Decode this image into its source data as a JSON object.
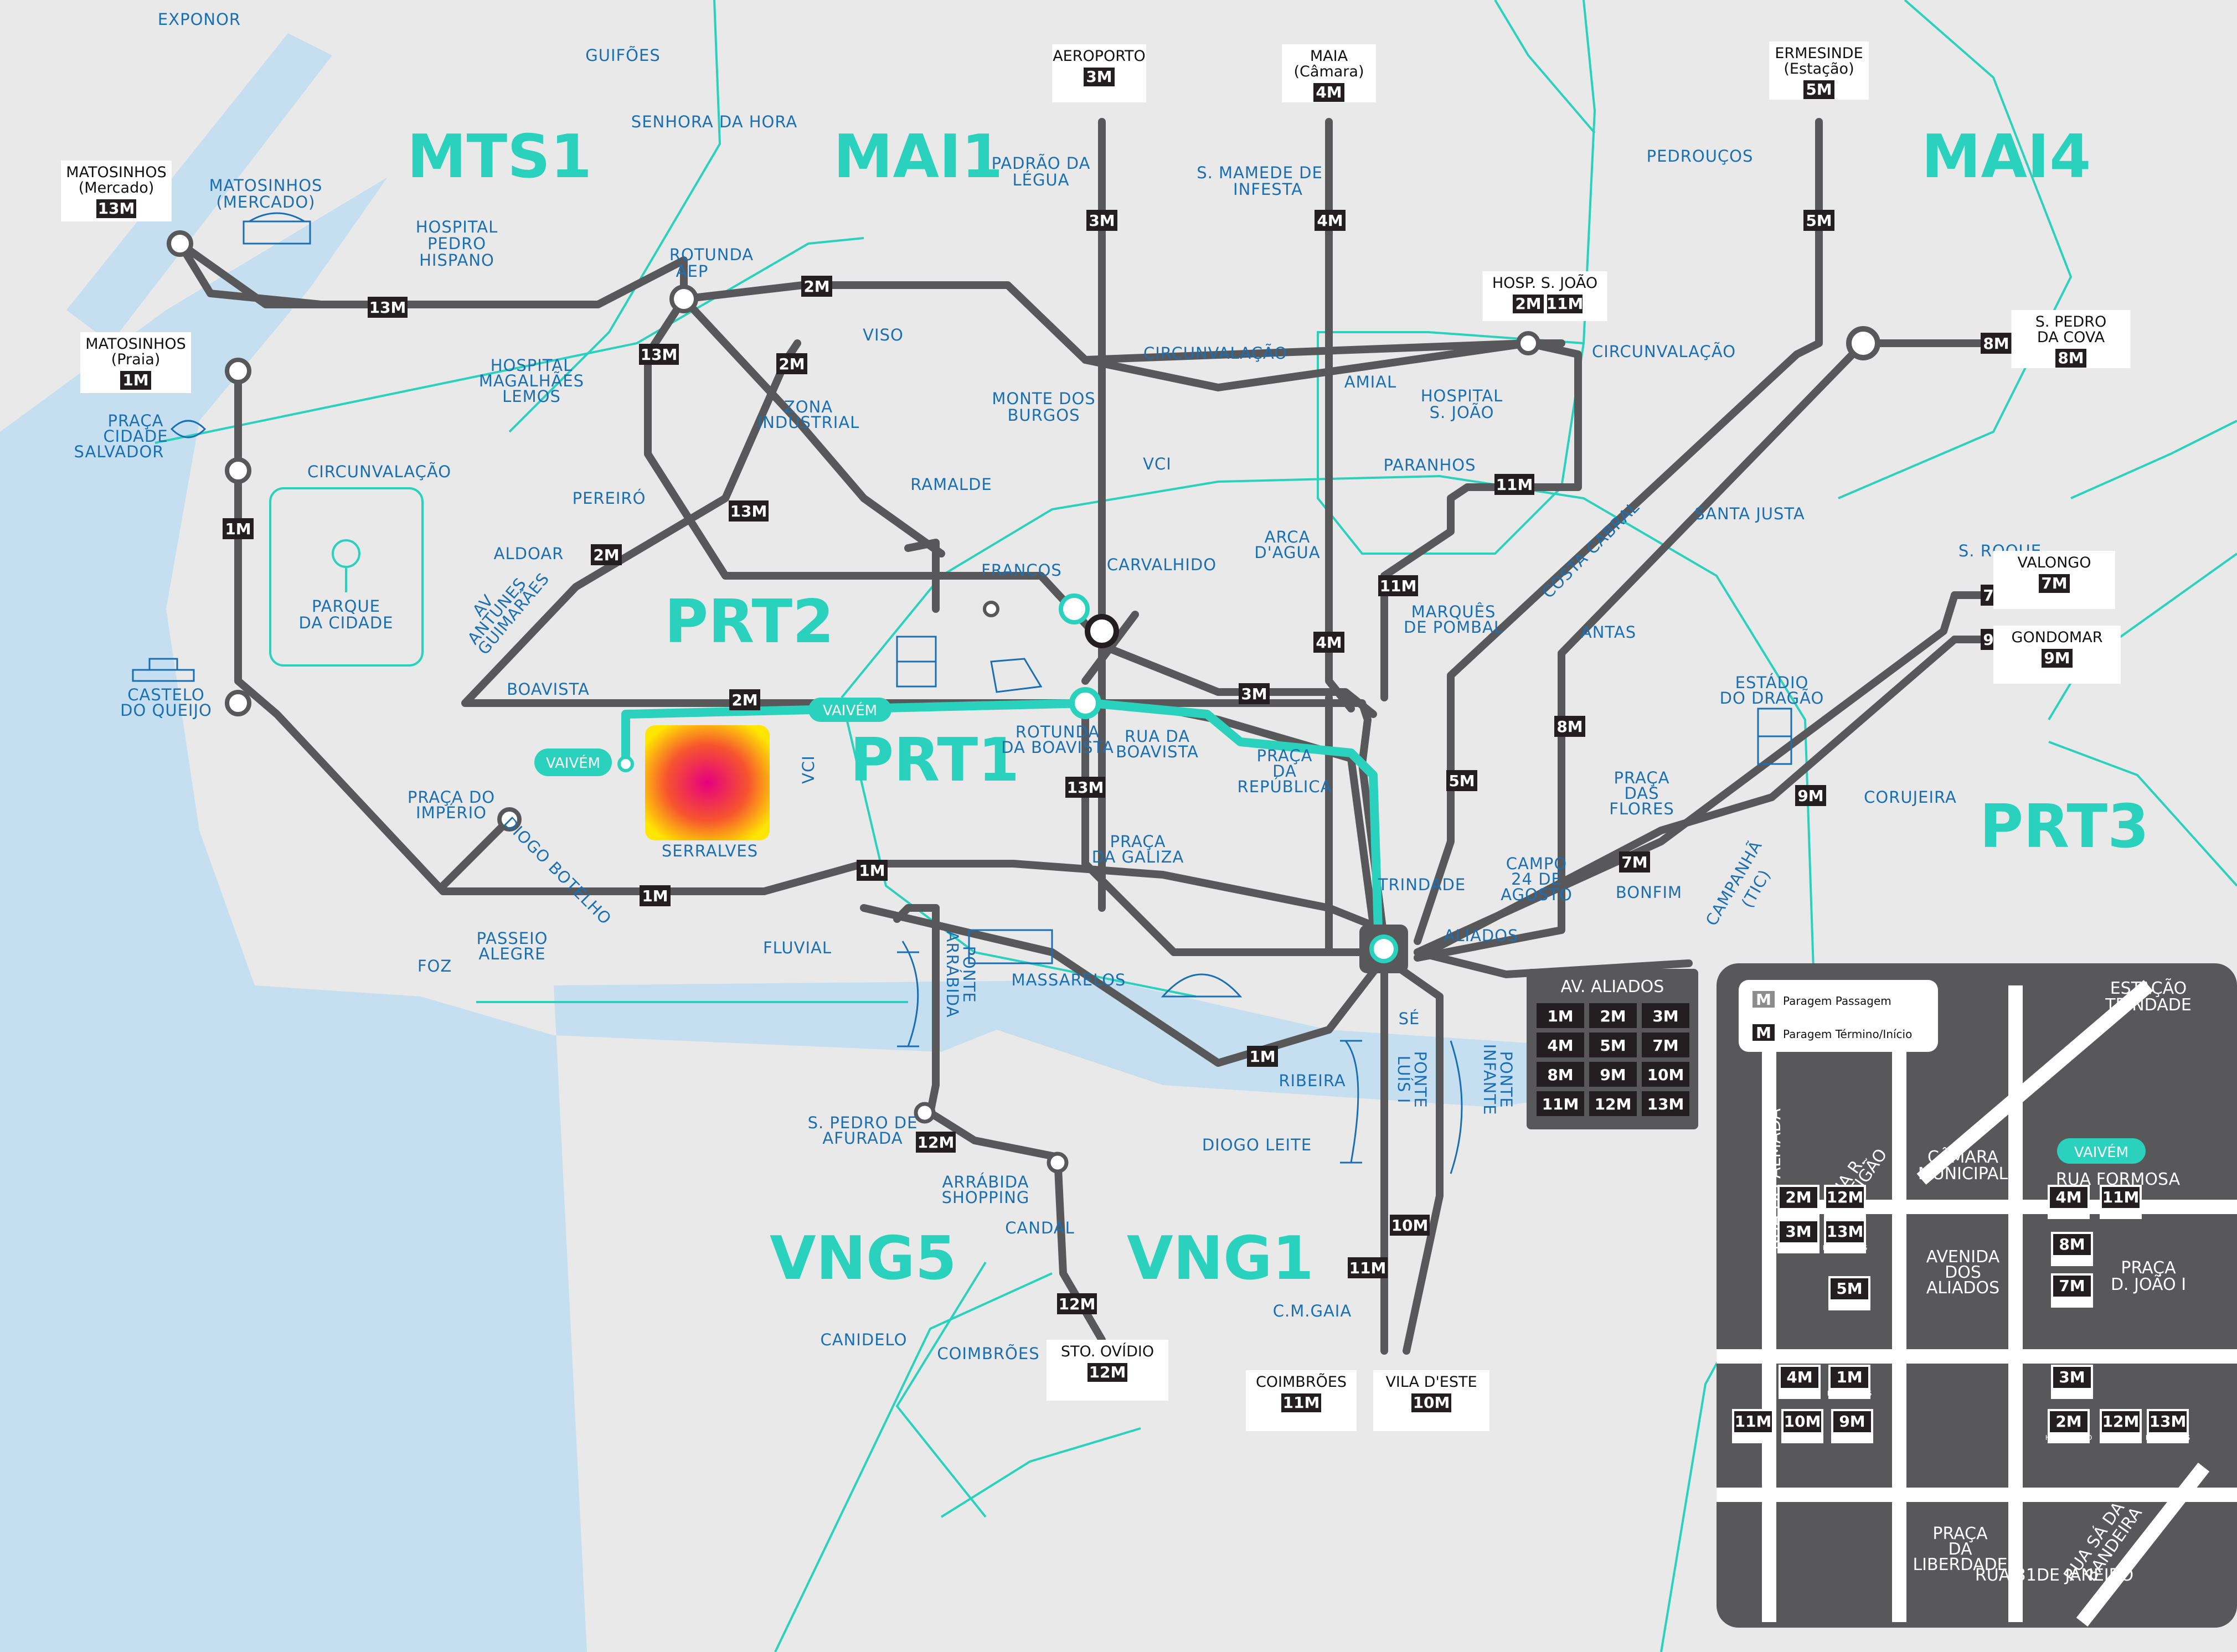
{
  "zones": [
    {
      "label": "MTS1"
    },
    {
      "label": "MAI1"
    },
    {
      "label": "MAI4"
    },
    {
      "label": "PRT2"
    },
    {
      "label": "PRT1"
    },
    {
      "label": "PRT3"
    },
    {
      "label": "VNG5"
    },
    {
      "label": "VNG1"
    }
  ],
  "places": [
    "EXPONOR",
    "GUIFÕES",
    "SENHORA DA HORA",
    "HOSPITAL",
    "PEDRO",
    "HISPANO",
    "MATOSINHOS",
    "(MERCADO)",
    "ROTUNDA",
    "AEP",
    "VISO",
    "ZONA",
    "INDUSTRIAL",
    "HOSPITAL",
    "MAGALHÃES",
    "LEMOS",
    "PRAÇA",
    "CIDADE",
    "SALVADOR",
    "CIRCUNVALAÇÃO",
    "PEREIRÓ",
    "ALDOAR",
    "AV",
    "ANTUNES",
    "GUIMARÃES",
    "PARQUE",
    "DA CIDADE",
    "CASTELO",
    "DO QUEIJO",
    "BOAVISTA",
    "PRAÇA DO",
    "IMPÉRIO",
    "DIOGO BOTELHO",
    "PASSEIO",
    "ALEGRE",
    "FOZ",
    "FLUVIAL",
    "SERRALVES",
    "VCI",
    "RAMALDE",
    "FRANCOS",
    "CARVALHIDO",
    "PADRÃO DA",
    "LÉGUA",
    "MONTE DOS",
    "BURGOS",
    "CIRCUNVALAÇÃO",
    "S. MAMEDE DE",
    "INFESTA",
    "VCI",
    "AMIAL",
    "PARANHOS",
    "ARCA",
    "D'AGUA",
    "MARQUÊS",
    "DE POMBAL",
    "HOSPITAL",
    "S. JOÃO",
    "CIRCUNVALAÇÃO",
    "PEDROUÇOS",
    "COSTA CABRAL",
    "SANTA JUSTA",
    "ANTAS",
    "S. ROQUE",
    "ESTÁDIO",
    "DO DRAGÃO",
    "PRAÇA",
    "DAS",
    "FLORES",
    "CORUJEIRA",
    "BONFIM",
    "CAMPANHÃ",
    "(TIC)",
    "CAMPO",
    "24 DE",
    "AGOSTO",
    "TRINDADE",
    "ALIADOS",
    "ROTUNDA",
    "DA BOAVISTA",
    "RUA DA",
    "BOAVISTA",
    "PRAÇA",
    "DA",
    "REPÚBLICA",
    "PRAÇA",
    "DA GALIZA",
    "MASSARELOS",
    "PONTE",
    "ARRÁBIDA",
    "SÉ",
    "RIBEIRA",
    "PONTE",
    "LUÍS I",
    "PONTE",
    "INFANTE",
    "DIOGO LEITE",
    "S. PEDRO DE",
    "AFURADA",
    "ARRÁBIDA",
    "SHOPPING",
    "CANDAL",
    "CANIDELO",
    "COIMBRÕES",
    "C.M.GAIA"
  ],
  "destinations": [
    {
      "name": "MATOSINHOS",
      "sub": "(Mercado)",
      "line": "13M"
    },
    {
      "name": "MATOSINHOS",
      "sub": "(Praia)",
      "line": "1M"
    },
    {
      "name": "AEROPORTO",
      "sub": "",
      "line": "3M"
    },
    {
      "name": "MAIA",
      "sub": "(Câmara)",
      "line": "4M"
    },
    {
      "name": "ERMESINDE",
      "sub": "(Estação)",
      "line": "5M"
    },
    {
      "name": "HOSP. S. JOÃO",
      "sub": "",
      "line": "2M",
      "line2": "11M"
    },
    {
      "name": "S. PEDRO",
      "sub": "DA COVA",
      "line": "8M"
    },
    {
      "name": "VALONGO",
      "sub": "",
      "line": "7M"
    },
    {
      "name": "GONDOMAR",
      "sub": "",
      "line": "9M"
    },
    {
      "name": "STO. OVÍDIO",
      "sub": "",
      "line": "12M"
    },
    {
      "name": "COIMBRÕES",
      "sub": "",
      "line": "11M"
    },
    {
      "name": "VILA D'ESTE",
      "sub": "",
      "line": "10M"
    }
  ],
  "route_badges": [
    "13M",
    "2M",
    "13M",
    "2M",
    "13M",
    "2M",
    "1M",
    "3M",
    "4M",
    "5M",
    "11M",
    "11M",
    "2M",
    "3M",
    "13M",
    "1M",
    "1M",
    "5M",
    "8M",
    "8M",
    "7M",
    "9M",
    "7M",
    "9M",
    "12M",
    "12M",
    "1M",
    "10M",
    "11M",
    "4M",
    "3M",
    "11M"
  ],
  "vaivem": {
    "label": "VAIVÉM"
  },
  "aliados_box": {
    "title": "AV. ALIADOS",
    "lines": [
      "1M",
      "2M",
      "3M",
      "4M",
      "5M",
      "7M",
      "8M",
      "9M",
      "10M",
      "11M",
      "12M",
      "13M"
    ]
  },
  "inset": {
    "legend": [
      {
        "badge": "M",
        "text": "Paragem Passagem"
      },
      {
        "badge": "M",
        "text": "Paragem Término/Início"
      }
    ],
    "streets": [
      "ESTAÇÃO",
      "TRINDADE",
      "RUA DO ALMADA",
      "RUA R.",
      "ORTIGÃO",
      "CÂMARA",
      "MUNICIPAL",
      "RUA FORMOSA",
      "AVENIDA",
      "DOS",
      "ALIADOS",
      "PRAÇA",
      "D. JOÃO I",
      "PRAÇA",
      "DA",
      "LIBERDADE",
      "RUA SÁ DA",
      "BANDEIRA",
      "RUA 31DE JANEIRO"
    ],
    "vaivem": "VAIVÉM",
    "stops": [
      {
        "line": "2M",
        "dest": "ALIADOS"
      },
      {
        "line": "12M",
        "dest": "STO. OVÍDIO"
      },
      {
        "line": "3M",
        "dest": "ALIADOS"
      },
      {
        "line": "13M",
        "dest": "MATOSINHOS"
      },
      {
        "line": "5M",
        "dest": "ERMESINDE"
      },
      {
        "line": "4M",
        "dest": "MAIA"
      },
      {
        "line": "11M",
        "dest": "H.S. JOÃO"
      },
      {
        "line": "8M",
        "dest": "S.P. COVA"
      },
      {
        "line": "7M",
        "dest": "VALONGO"
      },
      {
        "line": "4M",
        "dest": "ALIADOS"
      },
      {
        "line": "1M",
        "dest": "MATOSINHOS"
      },
      {
        "line": "11M",
        "dest": "COIMBRÕES"
      },
      {
        "line": "10M",
        "dest": "VILA D'ESTE"
      },
      {
        "line": "9M",
        "dest": "GONDOMAR"
      },
      {
        "line": "3M",
        "dest": "AEROPORTO"
      },
      {
        "line": "2M",
        "dest": "HOSP. S. JOÃO"
      },
      {
        "line": "12M",
        "dest": "ALIADOS"
      },
      {
        "line": "13M",
        "dest": "MATOSINHOS"
      }
    ]
  },
  "colors": {
    "route": "#58585a",
    "zone": "#2ad1bd",
    "label": "#1a6fb3",
    "water": "#c5dff0",
    "badge": "#231f20"
  }
}
